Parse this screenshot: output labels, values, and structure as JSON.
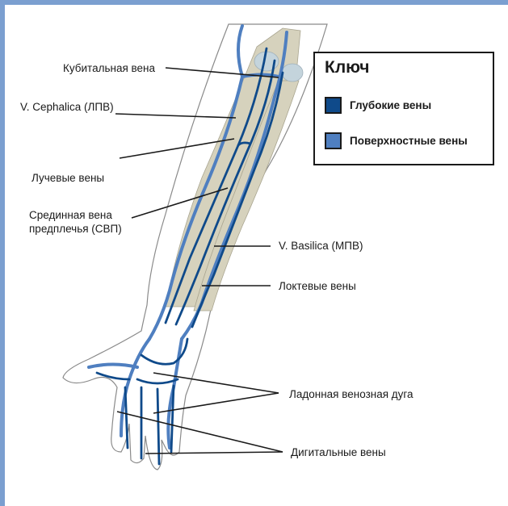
{
  "labels": {
    "cubital": "Кубитальная вена",
    "cephalica": "V. Cephalica (ЛПВ)",
    "radial": "Лучевые вены",
    "median": "Срединная вена предплечья (СВП)",
    "basilica": "V. Basilica (МПВ)",
    "ulnar": "Локтевые вены",
    "palmar_arch": "Ладонная венозная дуга",
    "digital": "Дигитальные вены"
  },
  "legend": {
    "title": "Ключ",
    "items": [
      {
        "label": "Глубокие вены",
        "color": "#0f4a8a"
      },
      {
        "label": "Поверхностные вены",
        "color": "#4f7fc0"
      }
    ]
  },
  "colors": {
    "frame": "#7b9fd0",
    "deep_vein": "#0f4a8a",
    "superficial_vein": "#4f7fc0",
    "bone": "#d6d2bd",
    "bone_joint": "#c4d4dc",
    "skin_outline": "#8a8a8a"
  }
}
